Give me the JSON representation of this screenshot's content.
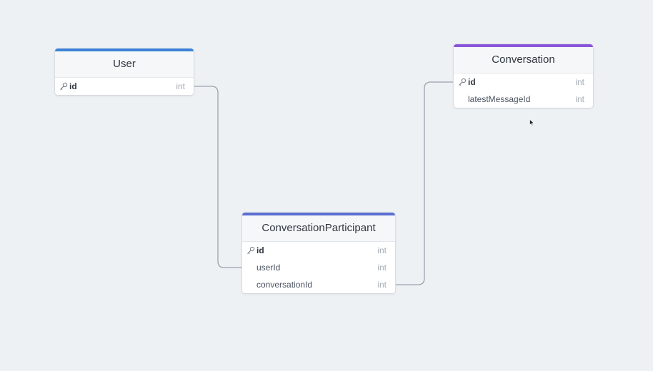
{
  "colors": {
    "background": "#eef1f4",
    "user_accent": "#3b82d9",
    "participant_accent": "#5b6fd1",
    "conversation_accent": "#8a55d9",
    "connector": "#9aa3ad"
  },
  "tables": {
    "user": {
      "name": "User",
      "fields": [
        {
          "name": "id",
          "type": "int",
          "key": true
        }
      ]
    },
    "conversation": {
      "name": "Conversation",
      "fields": [
        {
          "name": "id",
          "type": "int",
          "key": true
        },
        {
          "name": "latestMessageId",
          "type": "int",
          "key": false
        }
      ]
    },
    "participant": {
      "name": "ConversationParticipant",
      "fields": [
        {
          "name": "id",
          "type": "int",
          "key": true
        },
        {
          "name": "userId",
          "type": "int",
          "key": false
        },
        {
          "name": "conversationId",
          "type": "int",
          "key": false
        }
      ]
    }
  },
  "relationships": [
    {
      "from": "User.id",
      "to": "ConversationParticipant.userId"
    },
    {
      "from": "ConversationParticipant.conversationId",
      "to": "Conversation.id"
    }
  ],
  "icons": {
    "primary_key": "key-icon",
    "pointer": "mouse-cursor-icon"
  }
}
